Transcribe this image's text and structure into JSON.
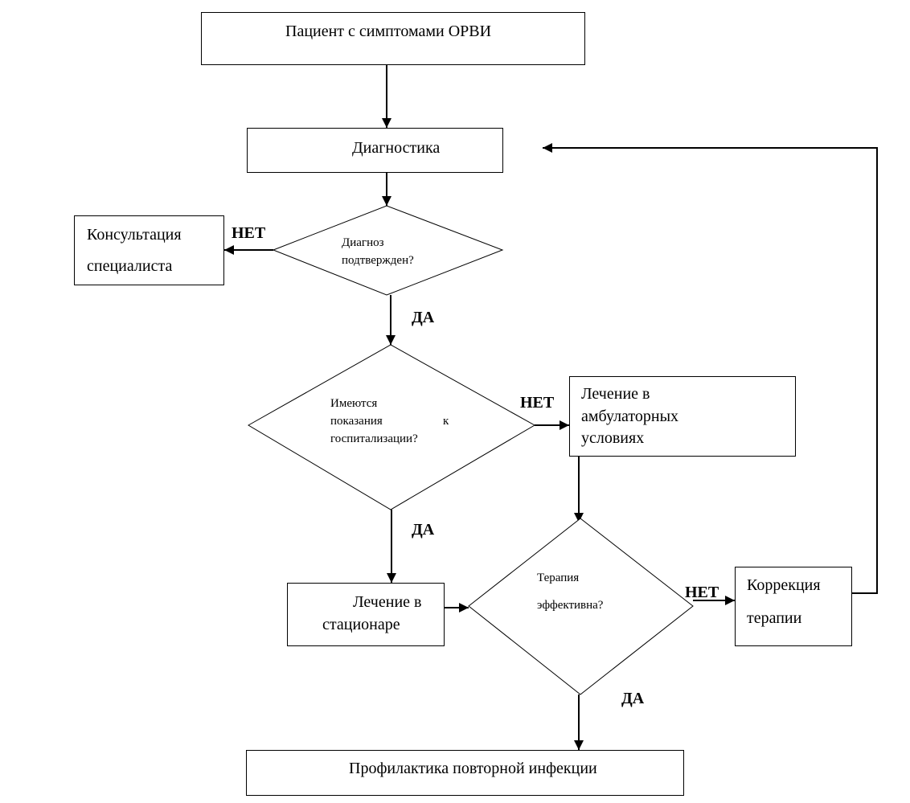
{
  "nodes": {
    "patient": "Пациент с симптомами ОРВИ",
    "diagnostics": "Диагностика",
    "consult": [
      "Консультация",
      "специалиста"
    ],
    "diag_confirmed": [
      "Диагноз",
      "подтвержден?"
    ],
    "hosp_indications": [
      "Имеются",
      "показания",
      "к",
      "госпитализации?"
    ],
    "outpatient": [
      "Лечение в",
      "амбулаторных",
      "условиях"
    ],
    "inpatient": [
      "Лечение в",
      "стационаре"
    ],
    "therapy_effective": [
      "Терапия",
      "эффективна?"
    ],
    "correction": [
      "Коррекция",
      "терапии"
    ],
    "prevention": "Профилактика повторной инфекции"
  },
  "edges": {
    "no": "НЕТ",
    "yes": "ДА"
  }
}
